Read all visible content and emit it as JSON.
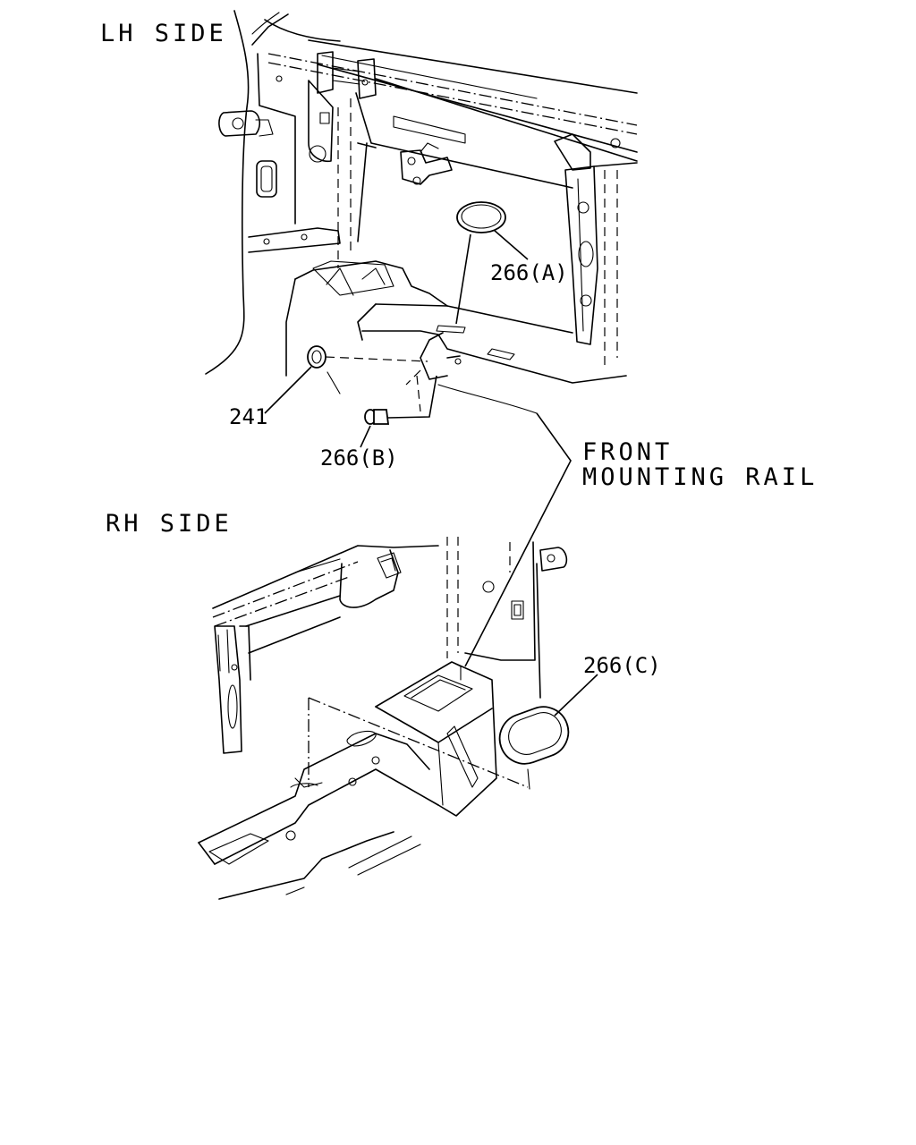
{
  "labels": {
    "lh_side": "LH SIDE",
    "rh_side": "RH SIDE",
    "front_mounting_rail_line1": "FRONT",
    "front_mounting_rail_line2": "MOUNTING RAIL"
  },
  "callouts": {
    "part_266a": "266(A)",
    "part_241": "241",
    "part_266b": "266(B)",
    "part_266c": "266(C)"
  }
}
